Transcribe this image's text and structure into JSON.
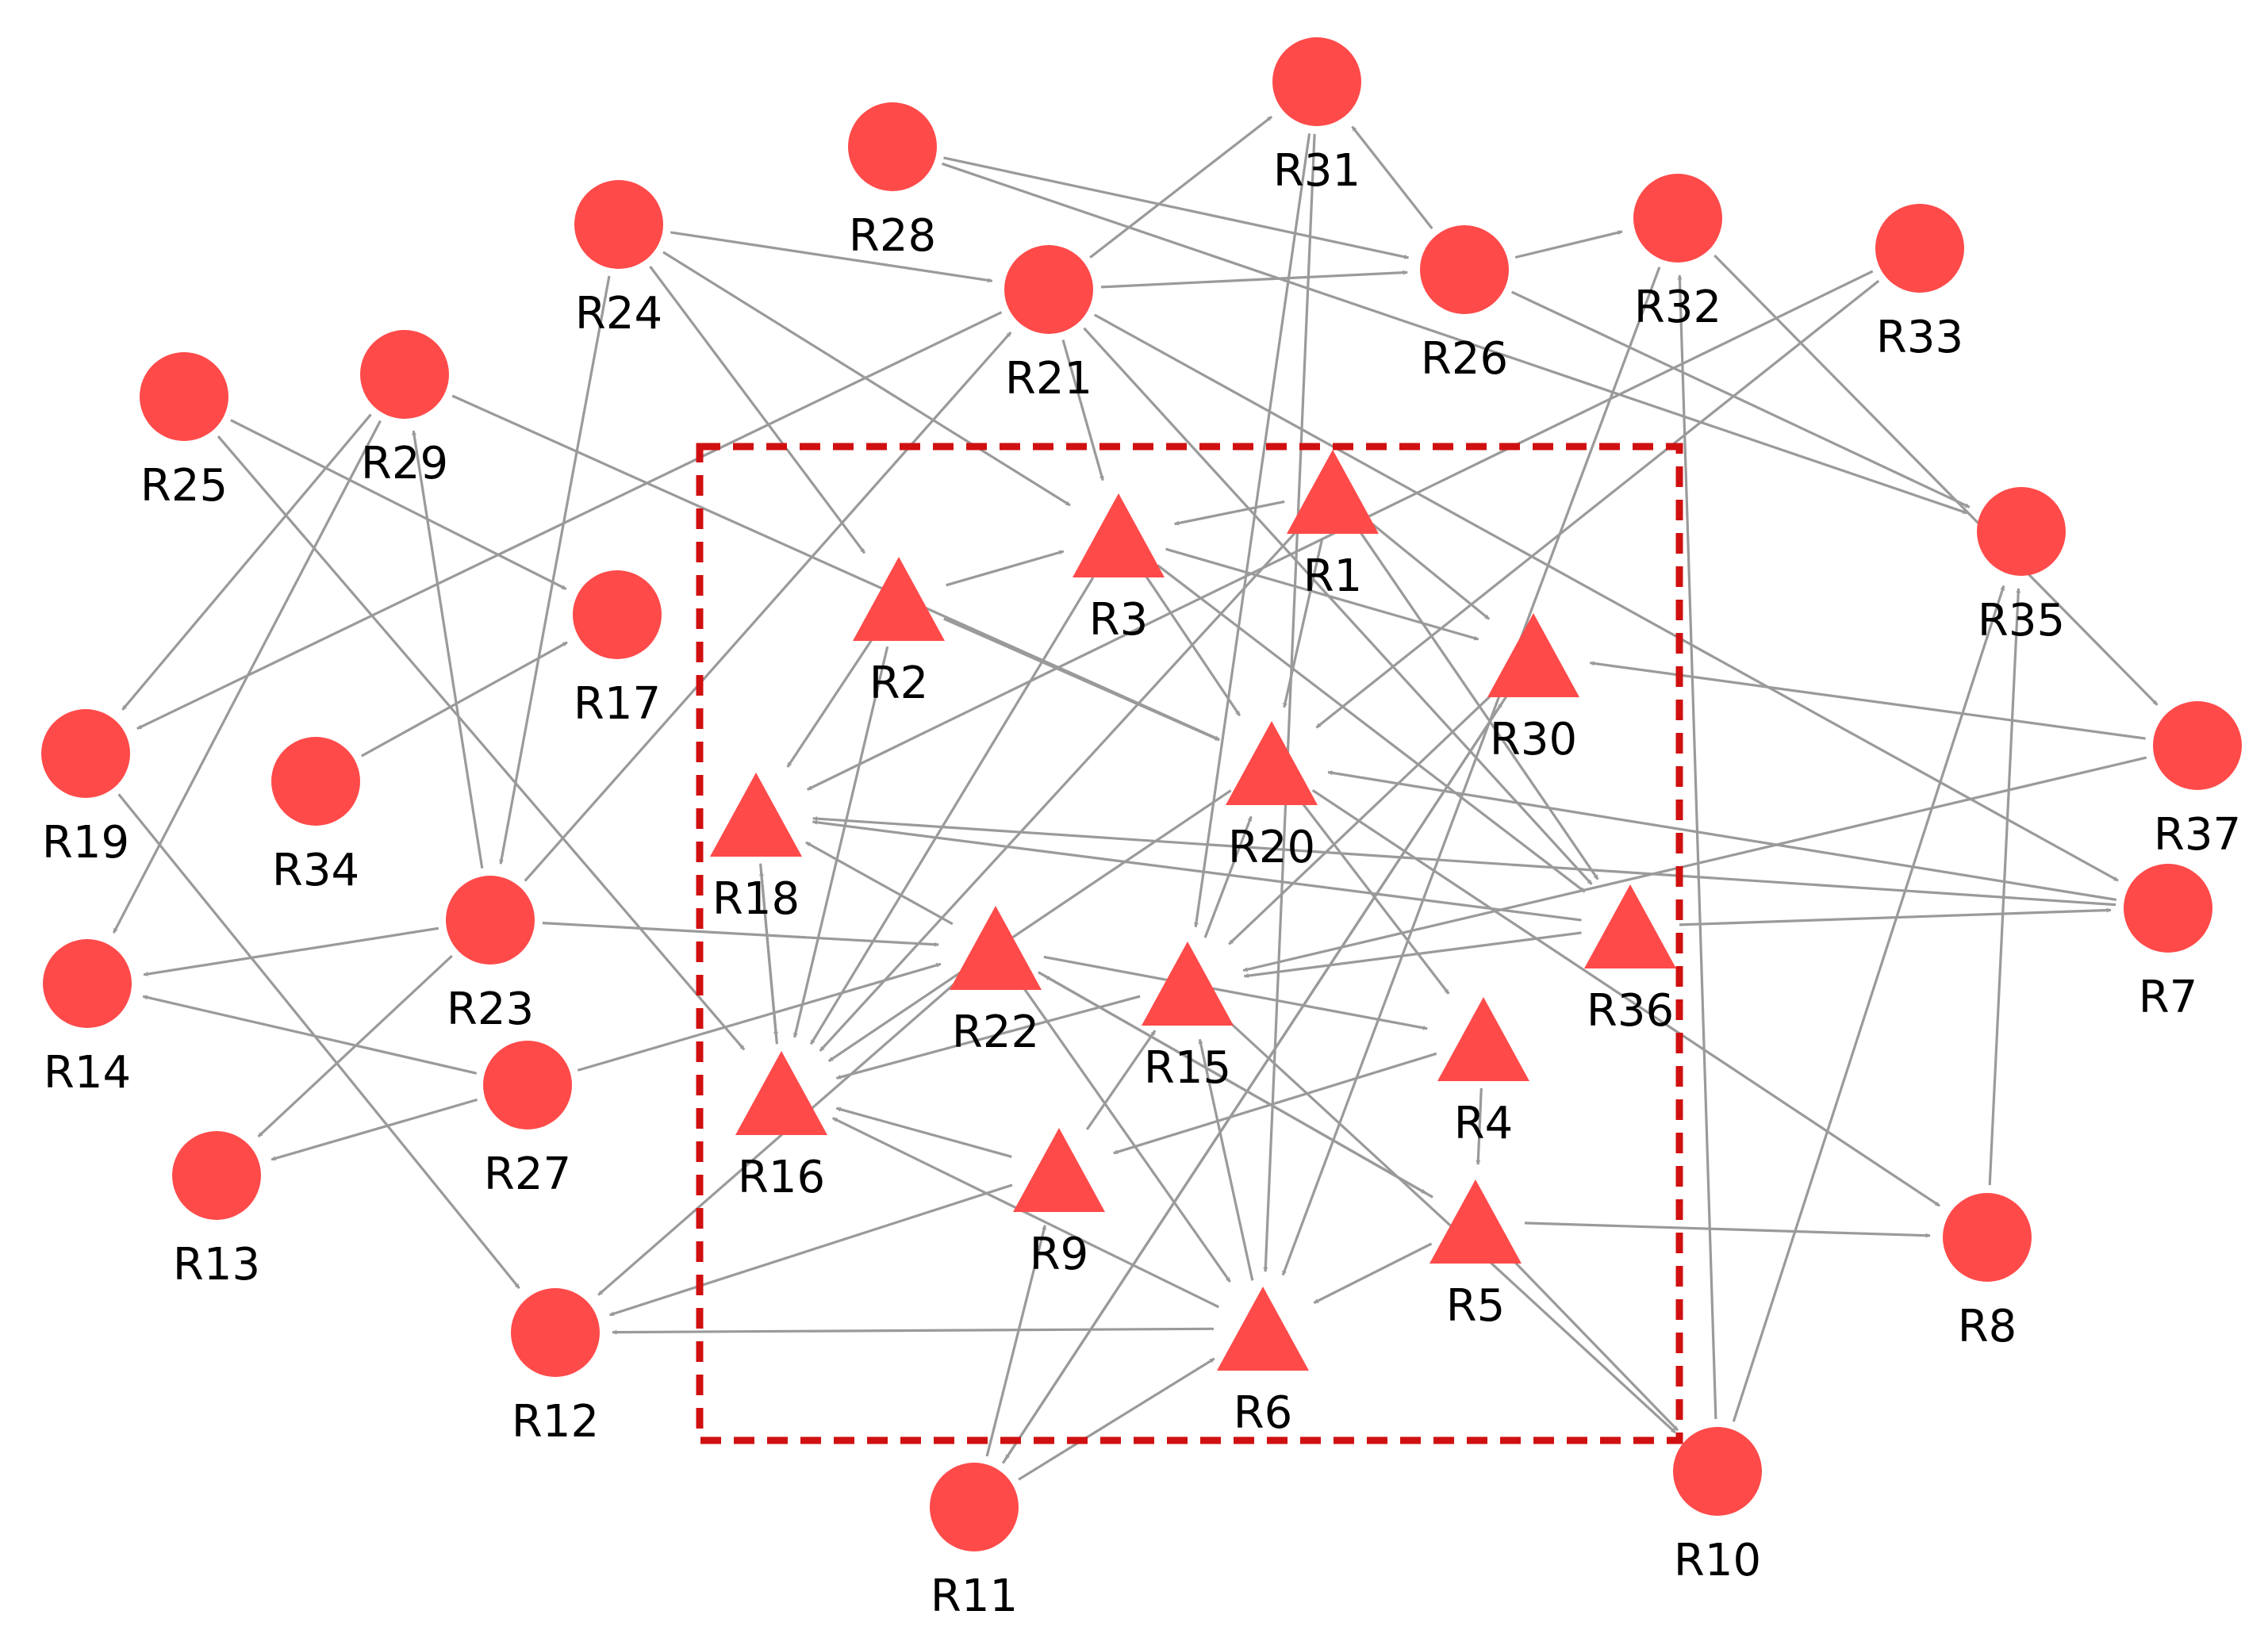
{
  "diagram": {
    "colors": {
      "node": "#ff4a4a",
      "edge": "#9a9a9a",
      "highlight_box": "#d01010",
      "label": "#000000"
    },
    "nodes": [
      {
        "id": "R1",
        "label": "R1",
        "shape": "triangle"
      },
      {
        "id": "R2",
        "label": "R2",
        "shape": "triangle"
      },
      {
        "id": "R3",
        "label": "R3",
        "shape": "triangle"
      },
      {
        "id": "R4",
        "label": "R4",
        "shape": "triangle"
      },
      {
        "id": "R5",
        "label": "R5",
        "shape": "triangle"
      },
      {
        "id": "R6",
        "label": "R6",
        "shape": "triangle"
      },
      {
        "id": "R9",
        "label": "R9",
        "shape": "triangle"
      },
      {
        "id": "R15",
        "label": "R15",
        "shape": "triangle"
      },
      {
        "id": "R16",
        "label": "R16",
        "shape": "triangle"
      },
      {
        "id": "R18",
        "label": "R18",
        "shape": "triangle"
      },
      {
        "id": "R20",
        "label": "R20",
        "shape": "triangle"
      },
      {
        "id": "R22",
        "label": "R22",
        "shape": "triangle"
      },
      {
        "id": "R30",
        "label": "R30",
        "shape": "triangle"
      },
      {
        "id": "R36",
        "label": "R36",
        "shape": "triangle"
      },
      {
        "id": "R7",
        "label": "R7",
        "shape": "circle"
      },
      {
        "id": "R8",
        "label": "R8",
        "shape": "circle"
      },
      {
        "id": "R10",
        "label": "R10",
        "shape": "circle"
      },
      {
        "id": "R11",
        "label": "R11",
        "shape": "circle"
      },
      {
        "id": "R12",
        "label": "R12",
        "shape": "circle"
      },
      {
        "id": "R13",
        "label": "R13",
        "shape": "circle"
      },
      {
        "id": "R14",
        "label": "R14",
        "shape": "circle"
      },
      {
        "id": "R17",
        "label": "R17",
        "shape": "circle"
      },
      {
        "id": "R19",
        "label": "R19",
        "shape": "circle"
      },
      {
        "id": "R21",
        "label": "R21",
        "shape": "circle"
      },
      {
        "id": "R23",
        "label": "R23",
        "shape": "circle"
      },
      {
        "id": "R24",
        "label": "R24",
        "shape": "circle"
      },
      {
        "id": "R25",
        "label": "R25",
        "shape": "circle"
      },
      {
        "id": "R26",
        "label": "R26",
        "shape": "circle"
      },
      {
        "id": "R27",
        "label": "R27",
        "shape": "circle"
      },
      {
        "id": "R28",
        "label": "R28",
        "shape": "circle"
      },
      {
        "id": "R29",
        "label": "R29",
        "shape": "circle"
      },
      {
        "id": "R31",
        "label": "R31",
        "shape": "circle"
      },
      {
        "id": "R32",
        "label": "R32",
        "shape": "circle"
      },
      {
        "id": "R33",
        "label": "R33",
        "shape": "circle"
      },
      {
        "id": "R34",
        "label": "R34",
        "shape": "circle"
      },
      {
        "id": "R35",
        "label": "R35",
        "shape": "circle"
      },
      {
        "id": "R37",
        "label": "R37",
        "shape": "circle"
      }
    ],
    "edges": [
      [
        "R24",
        "R21"
      ],
      [
        "R24",
        "R3"
      ],
      [
        "R24",
        "R2"
      ],
      [
        "R24",
        "R23"
      ],
      [
        "R28",
        "R26"
      ],
      [
        "R28",
        "R35"
      ],
      [
        "R21",
        "R31"
      ],
      [
        "R21",
        "R26"
      ],
      [
        "R21",
        "R3"
      ],
      [
        "R21",
        "R19"
      ],
      [
        "R21",
        "R7"
      ],
      [
        "R21",
        "R36"
      ],
      [
        "R26",
        "R32"
      ],
      [
        "R26",
        "R31"
      ],
      [
        "R26",
        "R35"
      ],
      [
        "R31",
        "R15"
      ],
      [
        "R31",
        "R6"
      ],
      [
        "R32",
        "R6"
      ],
      [
        "R32",
        "R37"
      ],
      [
        "R33",
        "R18"
      ],
      [
        "R33",
        "R20"
      ],
      [
        "R25",
        "R17"
      ],
      [
        "R25",
        "R16"
      ],
      [
        "R29",
        "R19"
      ],
      [
        "R29",
        "R14"
      ],
      [
        "R29",
        "R20"
      ],
      [
        "R34",
        "R17"
      ],
      [
        "R23",
        "R14"
      ],
      [
        "R23",
        "R22"
      ],
      [
        "R23",
        "R13"
      ],
      [
        "R23",
        "R29"
      ],
      [
        "R23",
        "R21"
      ],
      [
        "R27",
        "R14"
      ],
      [
        "R27",
        "R13"
      ],
      [
        "R27",
        "R22"
      ],
      [
        "R19",
        "R12"
      ],
      [
        "R2",
        "R3"
      ],
      [
        "R2",
        "R18"
      ],
      [
        "R2",
        "R20"
      ],
      [
        "R2",
        "R16"
      ],
      [
        "R3",
        "R20"
      ],
      [
        "R3",
        "R30"
      ],
      [
        "R3",
        "R36"
      ],
      [
        "R3",
        "R16"
      ],
      [
        "R1",
        "R3"
      ],
      [
        "R1",
        "R30"
      ],
      [
        "R1",
        "R20"
      ],
      [
        "R1",
        "R16"
      ],
      [
        "R1",
        "R36"
      ],
      [
        "R30",
        "R15"
      ],
      [
        "R30",
        "R11"
      ],
      [
        "R20",
        "R16"
      ],
      [
        "R20",
        "R4"
      ],
      [
        "R20",
        "R8"
      ],
      [
        "R18",
        "R16"
      ],
      [
        "R22",
        "R4"
      ],
      [
        "R22",
        "R5"
      ],
      [
        "R22",
        "R6"
      ],
      [
        "R22",
        "R18"
      ],
      [
        "R22",
        "R12"
      ],
      [
        "R15",
        "R16"
      ],
      [
        "R15",
        "R20"
      ],
      [
        "R15",
        "R10"
      ],
      [
        "R36",
        "R15"
      ],
      [
        "R36",
        "R18"
      ],
      [
        "R4",
        "R9"
      ],
      [
        "R4",
        "R5"
      ],
      [
        "R5",
        "R8"
      ],
      [
        "R5",
        "R10"
      ],
      [
        "R5",
        "R6"
      ],
      [
        "R5",
        "R22"
      ],
      [
        "R9",
        "R16"
      ],
      [
        "R9",
        "R12"
      ],
      [
        "R9",
        "R15"
      ],
      [
        "R6",
        "R12"
      ],
      [
        "R6",
        "R16"
      ],
      [
        "R6",
        "R15"
      ],
      [
        "R11",
        "R9"
      ],
      [
        "R11",
        "R6"
      ],
      [
        "R11",
        "R30"
      ],
      [
        "R10",
        "R32"
      ],
      [
        "R10",
        "R35"
      ],
      [
        "R8",
        "R35"
      ],
      [
        "R7",
        "R18"
      ],
      [
        "R7",
        "R20"
      ],
      [
        "R37",
        "R30"
      ],
      [
        "R37",
        "R15"
      ],
      [
        "R36",
        "R7"
      ],
      [
        "R16",
        "R18"
      ]
    ]
  }
}
